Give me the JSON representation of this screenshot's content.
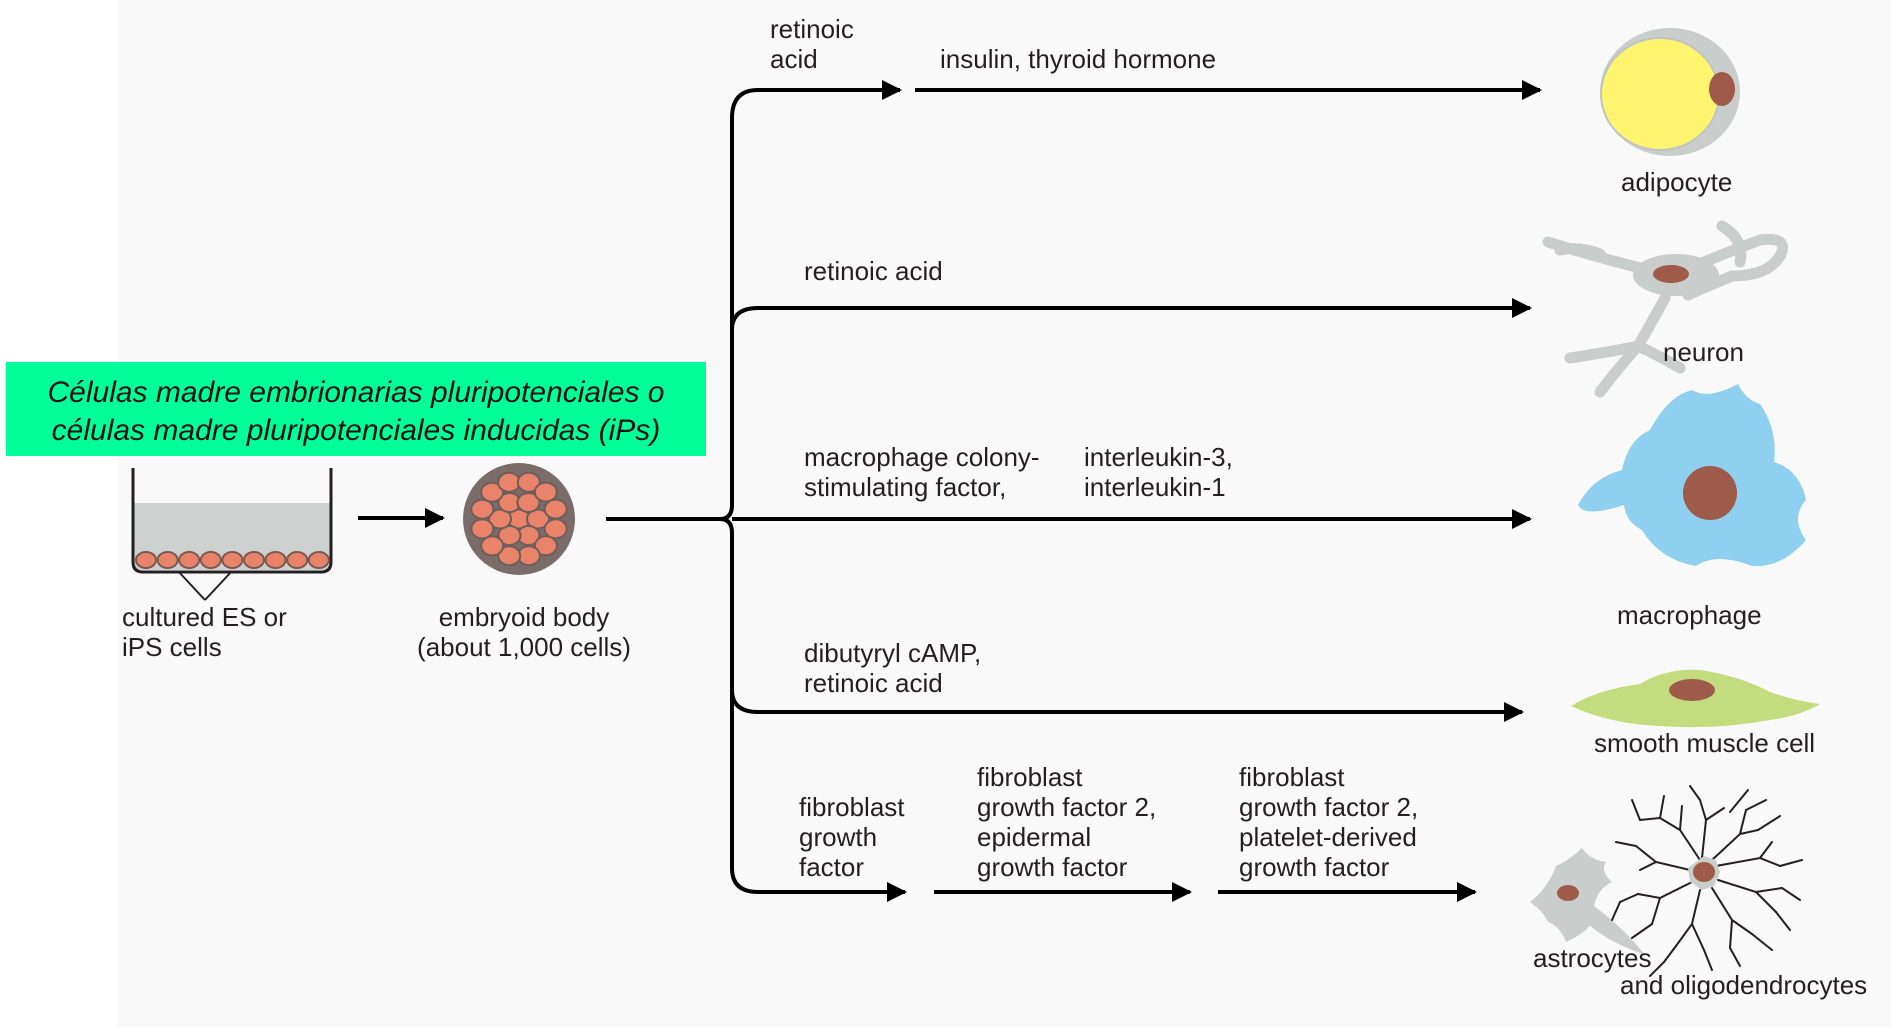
{
  "overlay_note": {
    "line1": "Células madre embrionarias pluripotenciales o",
    "line2": "células madre pluripotenciales inducidas (iPs)"
  },
  "dish_label": "cultured ES or\niPS cells",
  "embryoid_label": "embryoid body\n(about 1,000 cells)",
  "branches": {
    "adipocyte": {
      "factor_1": "retinoic\nacid",
      "factor_2": "insulin, thyroid hormone",
      "cell": "adipocyte"
    },
    "neuron": {
      "factor_1": "retinoic acid",
      "cell": "neuron"
    },
    "macrophage": {
      "factor_1": "macrophage colony-\nstimulating factor,",
      "factor_2": "interleukin-3,\ninterleukin-1",
      "cell": "macrophage"
    },
    "smooth_muscle": {
      "factor_1": "dibutyryl cAMP,\nretinoic acid",
      "cell": "smooth muscle cell"
    },
    "glia": {
      "factor_1": "fibroblast\ngrowth\nfactor",
      "factor_2": "fibroblast\ngrowth factor 2,\nepidermal\ngrowth factor",
      "factor_3": "fibroblast\ngrowth factor 2,\nplatelet-derived\ngrowth factor",
      "cell_1": "astrocytes",
      "cell_2": "and oligodendrocytes"
    }
  },
  "colors": {
    "overlay_bg": "#00ff99",
    "cell_body": "#e9846b",
    "nucleus": "#9e5b4a",
    "fat_droplet": "#fff46e",
    "cytoplasm_gray": "#c9cdcc",
    "macrophage_blue": "#8fcff0",
    "smooth_muscle_green": "#c3dc7e"
  }
}
